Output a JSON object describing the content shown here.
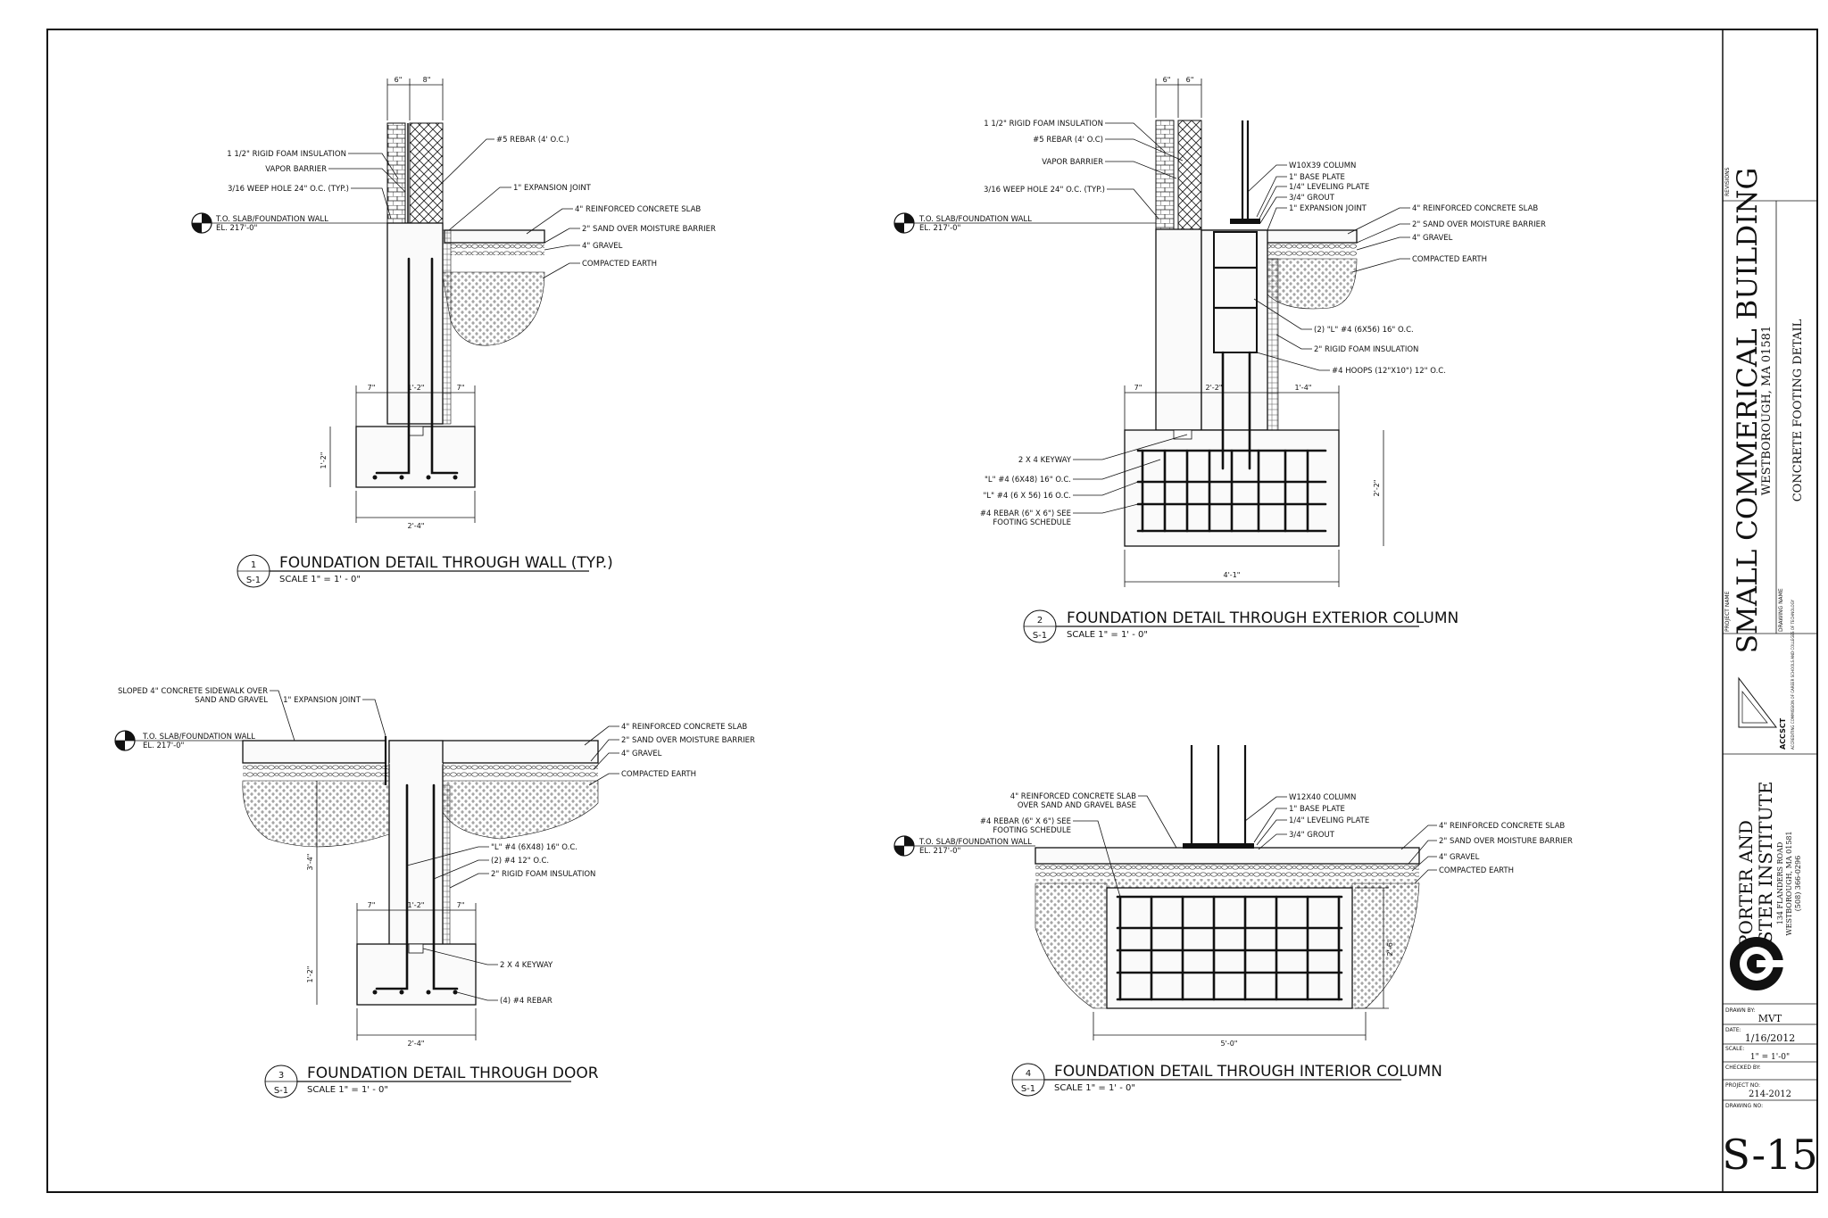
{
  "sheet": {
    "drawing_number": "S-15",
    "revisions_label": "REVISIONS",
    "project_name_label": "PROJECT NAME",
    "project_name": "SMALL COMMERICAL BUILDING",
    "project_location": "WESTBOROUGH, MA 01581",
    "drawing_name_label": "DRAWING NAME",
    "drawing_name": "CONCRETE FOOTING DETAIL",
    "institute_line1": "PORTER AND",
    "institute_line2": "CHESTER INSTITUTE",
    "institute_address1": "134 FLANDERS ROAD",
    "institute_address2": "WESTBOROUGH, MA 01581",
    "institute_phone": "(508) 366-0296",
    "accred_text": "ACCREDITING COMMISSION OF CAREER SCHOOLS AND COLLEGES OF TECHNOLOGY",
    "accred_logo": "ACCSCT",
    "drawn_by_label": "DRAWN BY:",
    "drawn_by": "MVT",
    "date_label": "DATE:",
    "date": "1/16/2012",
    "scale_label": "SCALE:",
    "scale": "1\" = 1'-0\"",
    "checked_by_label": "CHECKED BY:",
    "checked_by": "",
    "project_no_label": "PROJECT NO:",
    "project_no": "214-2012",
    "drawing_no_label": "DRAWING NO:"
  },
  "datum": {
    "line1": "T.O. SLAB/FOUNDATION WALL",
    "line2": "EL. 217'-0\""
  },
  "details": {
    "d1": {
      "number": "1",
      "sheet": "S-1",
      "title": "FOUNDATION DETAIL THROUGH WALL (TYP.)",
      "scale": "SCALE 1\" = 1' - 0\"",
      "labels": {
        "foam": "1 1/2\" RIGID FOAM INSULATION",
        "vapor": "VAPOR BARRIER",
        "weep": "3/16 WEEP HOLE 24\" O.C. (TYP.)",
        "rebar": "#5 REBAR (4' O.C.)",
        "joint": "1\" EXPANSION JOINT",
        "slab": "4\" REINFORCED CONCRETE SLAB",
        "sand": "2\" SAND OVER MOISTURE BARRIER",
        "gravel": "4\" GRAVEL",
        "earth": "COMPACTED EARTH"
      },
      "dims": {
        "top_a": "6\"",
        "top_b": "8\"",
        "left": "7\"",
        "mid": "1'-2\"",
        "right": "7\"",
        "height": "1'-2\"",
        "width": "2'-4\""
      }
    },
    "d2": {
      "number": "2",
      "sheet": "S-1",
      "title": "FOUNDATION DETAIL THROUGH EXTERIOR COLUMN",
      "scale": "SCALE 1\" = 1' - 0\"",
      "labels": {
        "foam": "1 1/2\" RIGID FOAM INSULATION",
        "rebar": "#5 REBAR  (4' O.C)",
        "vapor": "VAPOR BARRIER",
        "weep": "3/16 WEEP HOLE 24\" O.C. (TYP.)",
        "column": "W10X39 COLUMN",
        "base": "1\" BASE PLATE",
        "leveling": "1/4\" LEVELING PLATE",
        "grout": "3/4\" GROUT",
        "joint": "1\" EXPANSION JOINT",
        "slab": "4\" REINFORCED CONCRETE SLAB",
        "sand": "2\" SAND OVER MOISTURE BARRIER",
        "gravel": "4\" GRAVEL",
        "earth": "COMPACTED EARTH",
        "lbar": "(2) \"L\" #4 (6X56) 16\" O.C.",
        "rigid": "2\" RIGID FOAM INSULATION",
        "hoops": "#4 HOOPS (12\"X10\") 12\" O.C.",
        "keyway": "2 X 4 KEYWAY",
        "l48": "\"L\" #4 (6X48) 16\" O.C.",
        "l56": "\"L\" #4 (6 X 56) 16 O.C.",
        "rebar_sched1": "#4 REBAR (6\" X 6\") SEE",
        "rebar_sched2": "FOOTING SCHEDULE"
      },
      "dims": {
        "top_a": "6\"",
        "top_b": "6\"",
        "left": "7\"",
        "mid": "2'-2\"",
        "right": "1'-4\"",
        "height": "2'-2\"",
        "width": "4'-1\""
      }
    },
    "d3": {
      "number": "3",
      "sheet": "S-1",
      "title": "FOUNDATION DETAIL THROUGH DOOR",
      "scale": "SCALE 1\" = 1' - 0\"",
      "labels": {
        "sidewalk1": "SLOPED 4\" CONCRETE SIDEWALK OVER",
        "sidewalk2": "SAND AND GRAVEL",
        "joint": "1\" EXPANSION JOINT",
        "slab": "4\" REINFORCED CONCRETE SLAB",
        "sand": "2\" SAND OVER MOISTURE BARRIER",
        "gravel": "4\" GRAVEL",
        "earth": "COMPACTED EARTH",
        "l48": "\"L\" #4 (6X48) 16\" O.C.",
        "bars": "(2) #4 12\" O.C.",
        "rigid": "2\" RIGID FOAM INSULATION",
        "keyway": "2 X 4 KEYWAY",
        "rebar4": "(4) #4 REBAR"
      },
      "dims": {
        "wall": "3'-4\"",
        "left": "7\"",
        "mid": "1'-2\"",
        "right": "7\"",
        "height": "1'-2\"",
        "width": "2'-4\""
      }
    },
    "d4": {
      "number": "4",
      "sheet": "S-1",
      "title": "FOUNDATION DETAIL THROUGH INTERIOR COLUMN",
      "scale": "SCALE 1\" = 1' - 0\"",
      "labels": {
        "slab1": "4\" REINFORCED CONCRETE SLAB",
        "slab2": "OVER SAND AND GRAVEL BASE",
        "sched1": "#4 REBAR (6\" X 6\") SEE",
        "sched2": "FOOTING SCHEDULE",
        "column": "W12X40 COLUMN",
        "base": "1\" BASE PLATE",
        "leveling": "1/4\" LEVELING PLATE",
        "grout": "3/4\" GROUT",
        "slab_r": "4\" REINFORCED CONCRETE SLAB",
        "sand": "2\" SAND OVER MOISTURE BARRIER",
        "gravel": "4\" GRAVEL",
        "earth": "COMPACTED EARTH"
      },
      "dims": {
        "height": "2'-6\"",
        "width": "5'-0\""
      }
    }
  }
}
